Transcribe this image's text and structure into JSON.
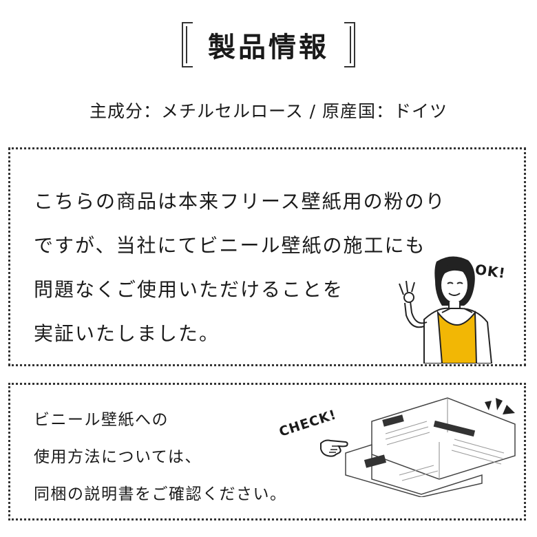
{
  "header": {
    "title": "製品情報",
    "subtitle": "主成分：メチルセルロース / 原産国：ドイツ"
  },
  "box1": {
    "lines": [
      "こちらの商品は本来フリース壁紙用の粉のり",
      "ですが、当社にてビニール壁紙の施工にも",
      "問題なくご使用いただけることを",
      "実証いたしました。"
    ],
    "ok_label": "OK!"
  },
  "box2": {
    "lines": [
      "ビニール壁紙への",
      "使用方法については、",
      "同梱の説明書をご確認ください。"
    ],
    "check_label": "CHECK!"
  },
  "colors": {
    "apron": "#f2b705",
    "border": "#333333",
    "text": "#1a1a1a"
  },
  "icons": [
    "ok-hand-person-illustration",
    "pointing-hand-icon",
    "burst-icon",
    "instruction-leaflet-illustration"
  ]
}
